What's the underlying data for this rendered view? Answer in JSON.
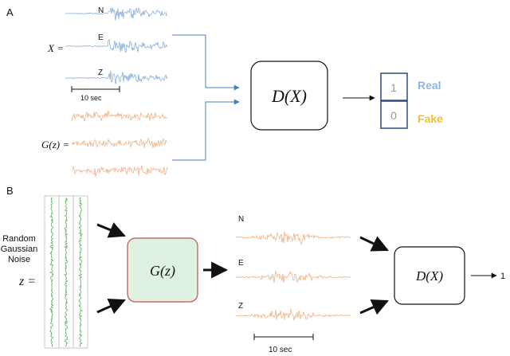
{
  "panel_a": {
    "label": "A",
    "real_channels": [
      "N",
      "E",
      "Z"
    ],
    "x_eq": "X =",
    "g_eq": "G(z) =",
    "scale_bar": "10 sec",
    "discriminator": "D(X)",
    "out_real_value": "1",
    "out_fake_value": "0",
    "out_real_label": "Real",
    "out_fake_label": "Fake"
  },
  "panel_b": {
    "label": "B",
    "noise_label_lines": [
      "Random",
      "Gaussian",
      "Noise"
    ],
    "z_eq": "z =",
    "generator": "G(z)",
    "gen_channels": [
      "N",
      "E",
      "Z"
    ],
    "scale_bar": "10 sec",
    "discriminator": "D(X)",
    "output": "1"
  },
  "colors": {
    "real_signal": "#7fa6d4",
    "fake_signal": "#f2a97a",
    "noise_signal": "#2e9a2e",
    "arrow_blue": "#4a7ec0",
    "real_text": "#8eb4dd",
    "fake_text": "#f2c12e",
    "output_box": "#2b4a7e",
    "generator_fill": "#dff2e1",
    "generator_stroke": "#c0504d"
  }
}
